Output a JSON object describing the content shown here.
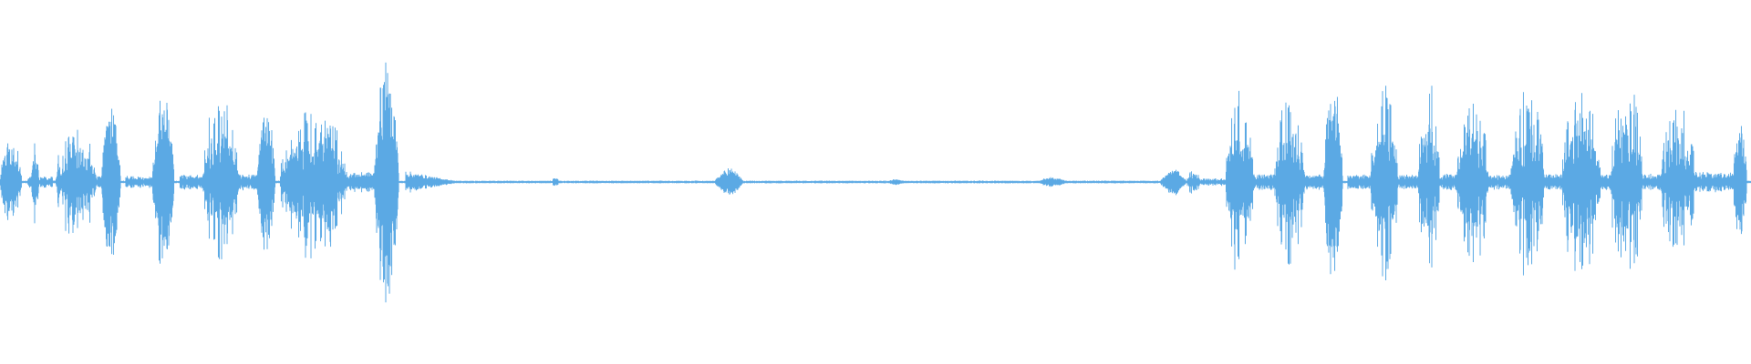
{
  "waveform": {
    "color": "#5ba9e4",
    "background": "#ffffff",
    "segments": [
      {
        "start": 0.0,
        "end": 0.016,
        "amp": 0.22,
        "kind": "dense"
      },
      {
        "start": 0.016,
        "end": 0.03,
        "amp": 0.03,
        "kind": "noise"
      },
      {
        "start": 0.018,
        "end": 0.022,
        "amp": 0.27,
        "kind": "spiky"
      },
      {
        "start": 0.032,
        "end": 0.055,
        "amp": 0.3,
        "kind": "spiky"
      },
      {
        "start": 0.055,
        "end": 0.058,
        "amp": 0.03,
        "kind": "noise"
      },
      {
        "start": 0.058,
        "end": 0.072,
        "amp": 0.41,
        "kind": "dense"
      },
      {
        "start": 0.072,
        "end": 0.087,
        "amp": 0.03,
        "kind": "noise"
      },
      {
        "start": 0.087,
        "end": 0.103,
        "amp": 0.47,
        "kind": "dense"
      },
      {
        "start": 0.103,
        "end": 0.116,
        "amp": 0.04,
        "kind": "noise"
      },
      {
        "start": 0.116,
        "end": 0.136,
        "amp": 0.44,
        "kind": "spiky"
      },
      {
        "start": 0.136,
        "end": 0.147,
        "amp": 0.04,
        "kind": "noise"
      },
      {
        "start": 0.147,
        "end": 0.16,
        "amp": 0.38,
        "kind": "dense"
      },
      {
        "start": 0.16,
        "end": 0.198,
        "amp": 0.4,
        "kind": "spiky"
      },
      {
        "start": 0.198,
        "end": 0.214,
        "amp": 0.05,
        "kind": "noise"
      },
      {
        "start": 0.214,
        "end": 0.232,
        "amp": 0.6,
        "kind": "dense"
      },
      {
        "start": 0.232,
        "end": 0.26,
        "amp": 0.05,
        "kind": "decay"
      },
      {
        "start": 0.26,
        "end": 0.315,
        "amp": 0.005,
        "kind": "flat"
      },
      {
        "start": 0.316,
        "end": 0.319,
        "amp": 0.02,
        "kind": "blip"
      },
      {
        "start": 0.319,
        "end": 0.408,
        "amp": 0.005,
        "kind": "flat"
      },
      {
        "start": 0.408,
        "end": 0.425,
        "amp": 0.07,
        "kind": "blob"
      },
      {
        "start": 0.425,
        "end": 0.506,
        "amp": 0.005,
        "kind": "flat"
      },
      {
        "start": 0.506,
        "end": 0.517,
        "amp": 0.015,
        "kind": "blob"
      },
      {
        "start": 0.517,
        "end": 0.592,
        "amp": 0.005,
        "kind": "flat"
      },
      {
        "start": 0.592,
        "end": 0.61,
        "amp": 0.025,
        "kind": "blob"
      },
      {
        "start": 0.61,
        "end": 0.662,
        "amp": 0.005,
        "kind": "flat"
      },
      {
        "start": 0.662,
        "end": 0.678,
        "amp": 0.07,
        "kind": "blob"
      },
      {
        "start": 0.678,
        "end": 0.685,
        "amp": 0.08,
        "kind": "spiky"
      },
      {
        "start": 0.685,
        "end": 0.7,
        "amp": 0.02,
        "kind": "noise"
      },
      {
        "start": 0.7,
        "end": 0.716,
        "amp": 0.48,
        "kind": "spiky"
      },
      {
        "start": 0.716,
        "end": 0.728,
        "amp": 0.04,
        "kind": "noise"
      },
      {
        "start": 0.728,
        "end": 0.745,
        "amp": 0.5,
        "kind": "spiky"
      },
      {
        "start": 0.745,
        "end": 0.756,
        "amp": 0.04,
        "kind": "noise"
      },
      {
        "start": 0.756,
        "end": 0.77,
        "amp": 0.51,
        "kind": "dense"
      },
      {
        "start": 0.77,
        "end": 0.783,
        "amp": 0.04,
        "kind": "noise"
      },
      {
        "start": 0.783,
        "end": 0.798,
        "amp": 0.52,
        "kind": "spiky"
      },
      {
        "start": 0.798,
        "end": 0.81,
        "amp": 0.04,
        "kind": "noise"
      },
      {
        "start": 0.81,
        "end": 0.822,
        "amp": 0.49,
        "kind": "spiky"
      },
      {
        "start": 0.822,
        "end": 0.832,
        "amp": 0.04,
        "kind": "noise"
      },
      {
        "start": 0.832,
        "end": 0.85,
        "amp": 0.46,
        "kind": "spiky"
      },
      {
        "start": 0.85,
        "end": 0.863,
        "amp": 0.04,
        "kind": "noise"
      },
      {
        "start": 0.863,
        "end": 0.882,
        "amp": 0.48,
        "kind": "spiky"
      },
      {
        "start": 0.882,
        "end": 0.892,
        "amp": 0.04,
        "kind": "noise"
      },
      {
        "start": 0.892,
        "end": 0.914,
        "amp": 0.54,
        "kind": "spiky"
      },
      {
        "start": 0.914,
        "end": 0.92,
        "amp": 0.04,
        "kind": "noise"
      },
      {
        "start": 0.92,
        "end": 0.938,
        "amp": 0.53,
        "kind": "spiky"
      },
      {
        "start": 0.938,
        "end": 0.948,
        "amp": 0.04,
        "kind": "noise"
      },
      {
        "start": 0.948,
        "end": 0.968,
        "amp": 0.43,
        "kind": "spiky"
      },
      {
        "start": 0.968,
        "end": 0.99,
        "amp": 0.05,
        "kind": "noise"
      },
      {
        "start": 0.99,
        "end": 1.0,
        "amp": 0.3,
        "kind": "dense"
      }
    ]
  }
}
